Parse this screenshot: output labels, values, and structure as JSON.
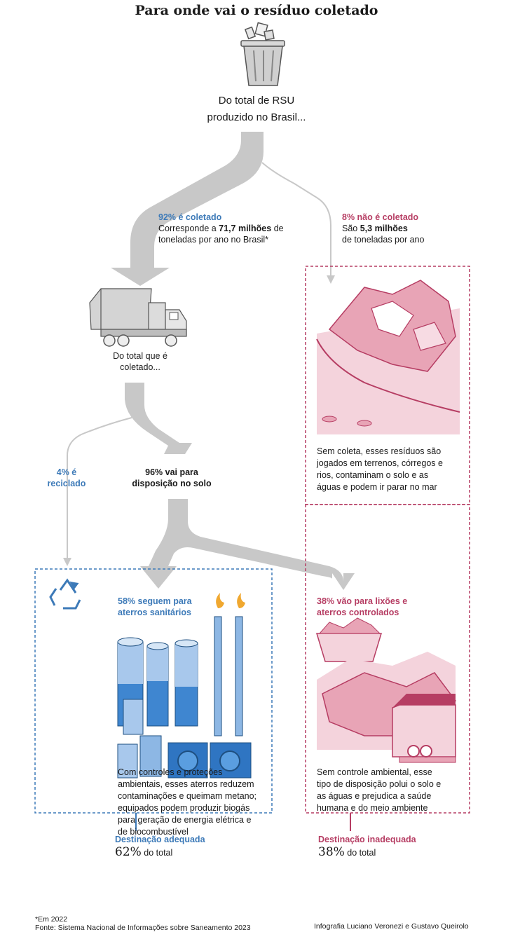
{
  "title": "Para onde vai o resíduo coletado",
  "intro": {
    "line1": "Do total de RSU",
    "line2": "produzido no Brasil..."
  },
  "collected": {
    "pct": "92% é coletado",
    "desc_a": "Corresponde a ",
    "desc_bold": "71,7 milhões",
    "desc_b": " de",
    "desc_line2": "toneladas por ano no Brasil*"
  },
  "not_collected": {
    "pct": "8% não é coletado",
    "desc_a": "São ",
    "desc_bold": "5,3 milhões",
    "desc_line2": "de toneladas por ano",
    "text": [
      "Sem coleta, esses resíduos são",
      "jogados em terrenos, córregos e",
      "rios, contaminam o solo e as",
      "águas e podem ir parar no mar"
    ]
  },
  "truck_caption": {
    "line1": "Do total que é",
    "line2": "coletado..."
  },
  "recycled": {
    "line1": "4% é",
    "line2": "reciclado"
  },
  "soil": {
    "line1": "96% vai para",
    "line2": "disposição no solo"
  },
  "landfill": {
    "head1": "58% seguem para",
    "head2": "aterros sanitários",
    "text": [
      "Com controles e proteções",
      "ambientais, esses aterros reduzem",
      "contaminações e queimam metano;",
      "equipados podem produzir biogás",
      "para geração de energia elétrica e",
      "de biocombustível"
    ]
  },
  "dumps": {
    "head1": "38% vão para lixões e",
    "head2": "aterros controlados",
    "text": [
      "Sem controle ambiental, esse",
      "tipo de disposição polui o solo e",
      "as águas e prejudica a saúde",
      "humana e do meio ambiente"
    ]
  },
  "adequate": {
    "label": "Destinação adequada",
    "value": "62%",
    "suffix": " do total"
  },
  "inadequate": {
    "label": "Destinação inadequada",
    "value": "38%",
    "suffix": " do total"
  },
  "footnote": {
    "line1": "*Em 2022",
    "line2": "Fonte: Sistema Nacional de Informações sobre Saneamento 2023"
  },
  "credit": "Infografia Luciano Veronezi e Gustavo Queirolo",
  "colors": {
    "flow": "#c8c8c8",
    "blue": "#3d7ab8",
    "red": "#b63d63",
    "pink": "#f4d3dc"
  }
}
